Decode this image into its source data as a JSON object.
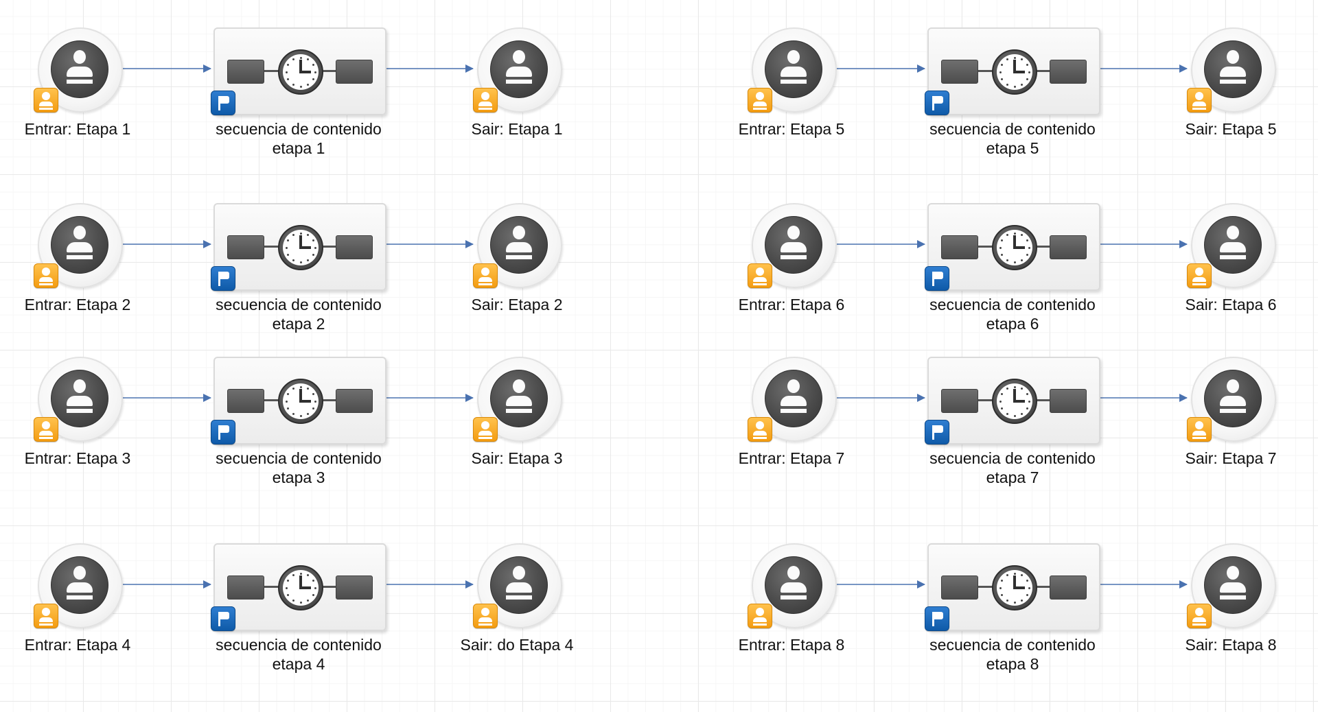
{
  "diagram": {
    "type": "workflow",
    "edge_color": "#4a72b0",
    "columns": [
      {
        "rows": [
          {
            "enter": "Entrar: Etapa 1",
            "sequence": [
              "secuencia de contenido",
              "etapa 1"
            ],
            "exit": "Sair: Etapa 1"
          },
          {
            "enter": "Entrar: Etapa 2",
            "sequence": [
              "secuencia de contenido",
              "etapa 2"
            ],
            "exit": "Sair: Etapa 2"
          },
          {
            "enter": "Entrar: Etapa 3",
            "sequence": [
              "secuencia de contenido",
              "etapa 3"
            ],
            "exit": "Sair: Etapa 3"
          },
          {
            "enter": "Entrar: Etapa 4",
            "sequence": [
              "secuencia de contenido",
              "etapa 4"
            ],
            "exit": "Sair: do Etapa 4"
          }
        ]
      },
      {
        "rows": [
          {
            "enter": "Entrar: Etapa 5",
            "sequence": [
              "secuencia de contenido",
              "etapa 5"
            ],
            "exit": "Sair: Etapa 5"
          },
          {
            "enter": "Entrar: Etapa 6",
            "sequence": [
              "secuencia de contenido",
              "etapa 6"
            ],
            "exit": "Sair: Etapa 6"
          },
          {
            "enter": "Entrar: Etapa 7",
            "sequence": [
              "secuencia de contenido",
              "etapa 7"
            ],
            "exit": "Sair: Etapa 7"
          },
          {
            "enter": "Entrar: Etapa 8",
            "sequence": [
              "secuencia de contenido",
              "etapa 8"
            ],
            "exit": "Sair: Etapa 8"
          }
        ]
      }
    ]
  }
}
